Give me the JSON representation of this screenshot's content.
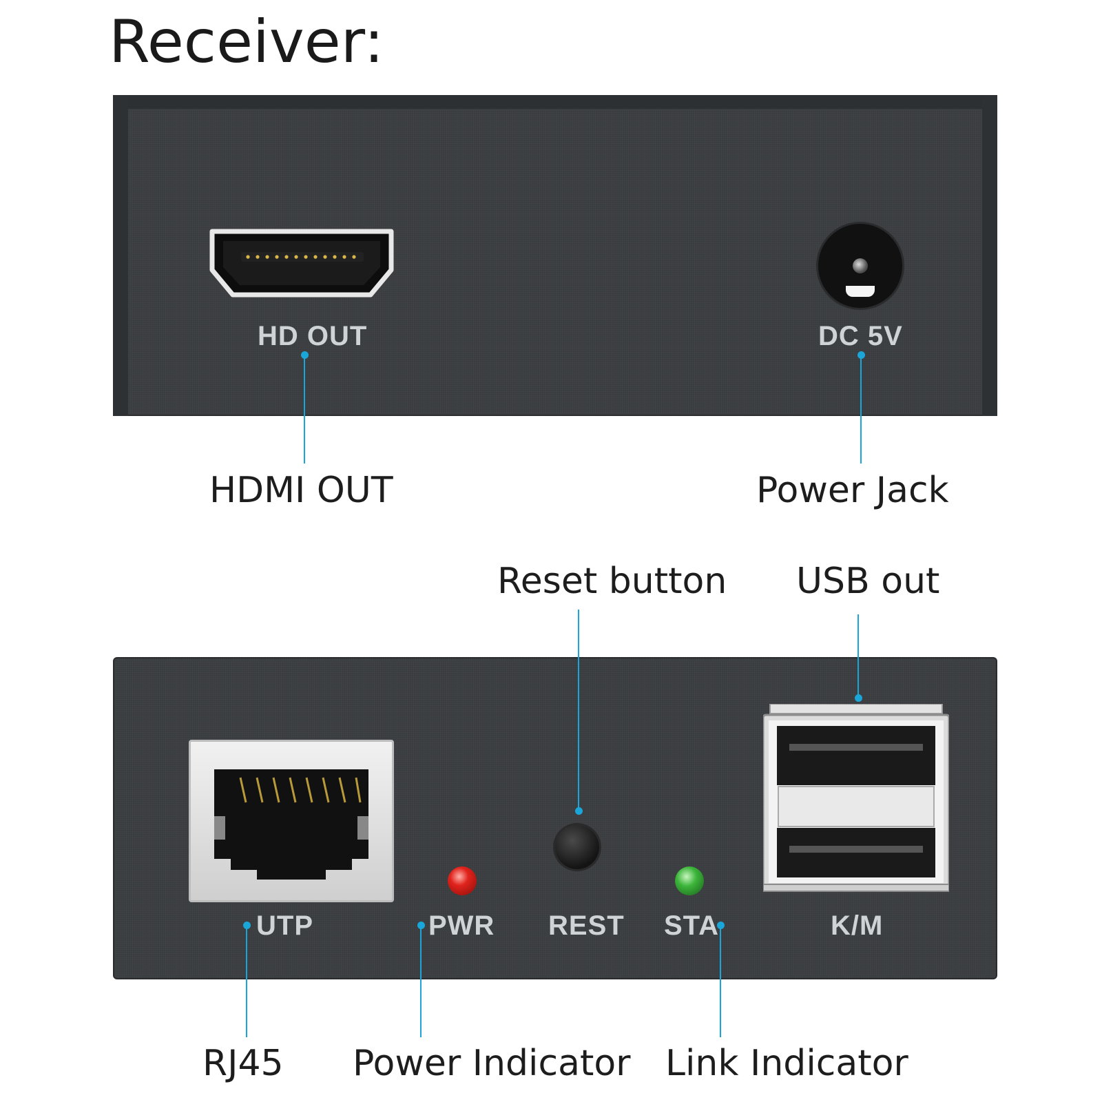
{
  "title": "Receiver:",
  "top_panel": {
    "port_labels": {
      "hdmi": "HD OUT",
      "dc": "DC 5V"
    },
    "callouts": {
      "hdmi": "HDMI OUT",
      "power": "Power Jack"
    }
  },
  "bottom_panel": {
    "port_labels": {
      "utp": "UTP",
      "pwr": "PWR",
      "rest": "REST",
      "sta": "STA",
      "km": "K/M"
    },
    "callouts": {
      "reset": "Reset button",
      "usb": "USB out",
      "rj45": "RJ45",
      "power_indicator": "Power Indicator",
      "link_indicator": "Link Indicator"
    }
  },
  "colors": {
    "leader_line": "#1aa6d8",
    "panel": "#3a3d40",
    "led_power": "#e0231c",
    "led_link": "#3cb53a"
  }
}
